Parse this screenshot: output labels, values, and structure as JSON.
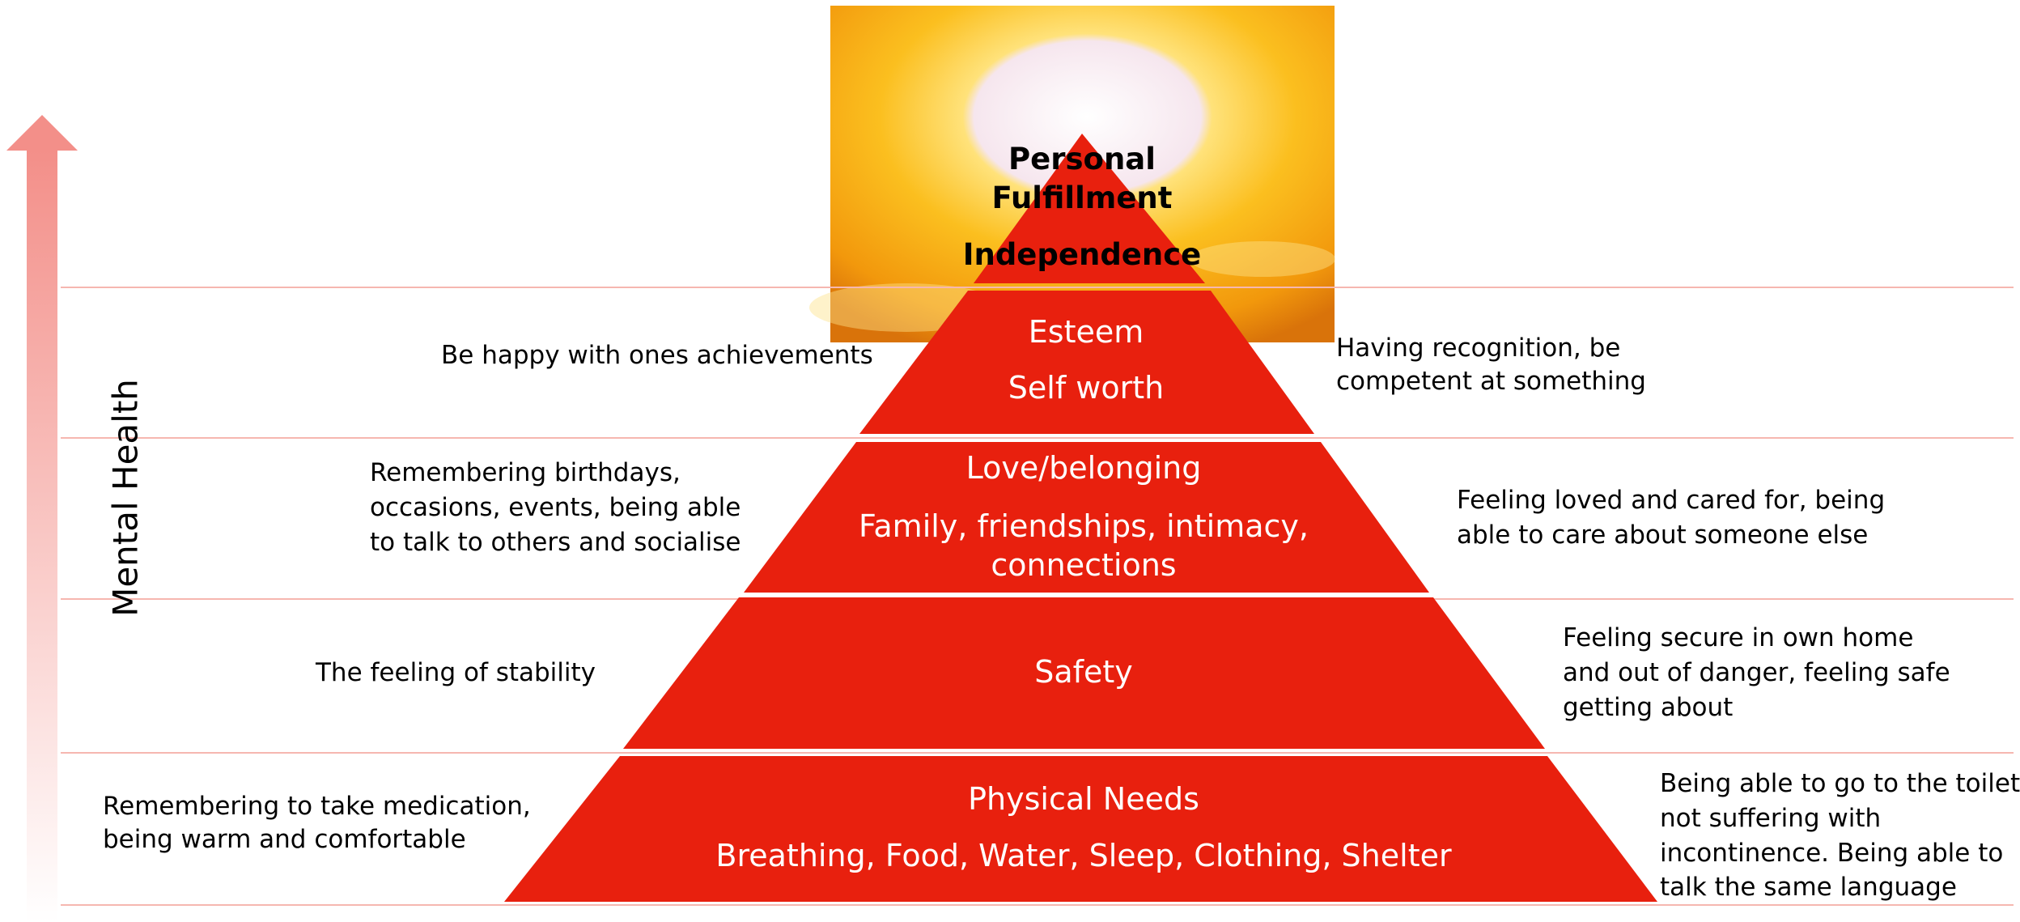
{
  "axis": {
    "label": "Mental Health"
  },
  "top": {
    "line1": "Personal",
    "line2": "Fulfillment",
    "line3": "Independence"
  },
  "levels": [
    {
      "title": "Esteem",
      "subtitle": "Self worth",
      "left": [
        "Be happy with ones achievements"
      ],
      "right": [
        "Having recognition, be",
        "competent at something"
      ]
    },
    {
      "title": "Love/belonging",
      "subtitle_lines": [
        "Family, friendships, intimacy,",
        "connections"
      ],
      "left": [
        "Remembering birthdays,",
        "occasions, events, being able",
        "to talk to others and socialise"
      ],
      "right": [
        "Feeling loved and cared for, being",
        "able to care about someone else"
      ]
    },
    {
      "title": "Safety",
      "left": [
        "The feeling of stability"
      ],
      "right": [
        "Feeling secure in own home",
        "and out of danger, feeling safe",
        "getting about"
      ]
    },
    {
      "title": "Physical Needs",
      "subtitle": "Breathing, Food, Water, Sleep, Clothing, Shelter",
      "left": [
        "Remembering to take medication,",
        "being warm and comfortable"
      ],
      "right": [
        "Being able to go to the toilet,",
        "not suffering with",
        "incontinence. Being able to",
        "talk the same language"
      ]
    }
  ],
  "colors": {
    "pyramid": "#e8200e",
    "band_line": "#f6b7b0",
    "arrow": "#f38f89"
  }
}
